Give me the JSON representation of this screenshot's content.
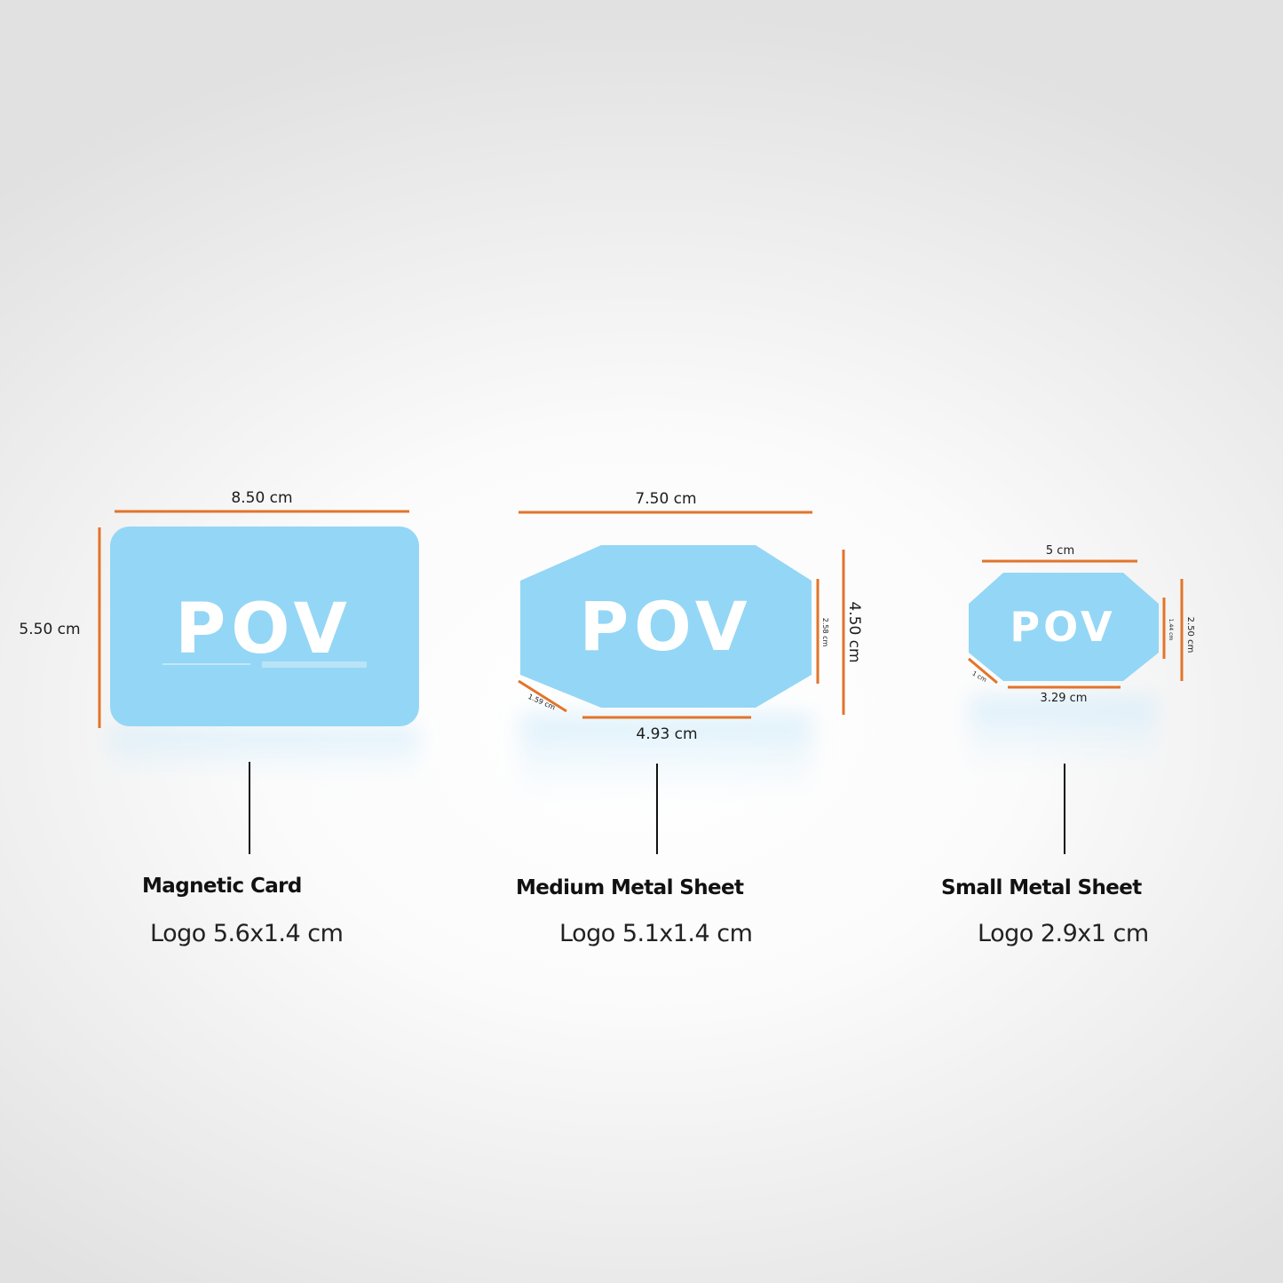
{
  "colors": {
    "plate": "#94d6f5",
    "dimension_line": "#e2742a",
    "leader_line": "#111111",
    "logo_text": "#ffffff"
  },
  "products": [
    {
      "logo": "POV",
      "title": "Magnetic Card",
      "logo_size": "Logo 5.6x1.4 cm",
      "dimensions": {
        "width": "8.50 cm",
        "height": "5.50 cm"
      }
    },
    {
      "logo": "POV",
      "title": "Medium Metal Sheet",
      "logo_size": "Logo 5.1x1.4 cm",
      "dimensions": {
        "width": "7.50 cm",
        "height": "4.50 cm",
        "side": "2.58 cm",
        "bottom": "4.93 cm",
        "corner": "1.59 cm"
      }
    },
    {
      "logo": "POV",
      "title": "Small Metal Sheet",
      "logo_size": "Logo 2.9x1 cm",
      "dimensions": {
        "width": "5 cm",
        "height": "2.50 cm",
        "side": "1.44 cm",
        "bottom": "3.29 cm",
        "corner": "1 cm"
      }
    }
  ]
}
